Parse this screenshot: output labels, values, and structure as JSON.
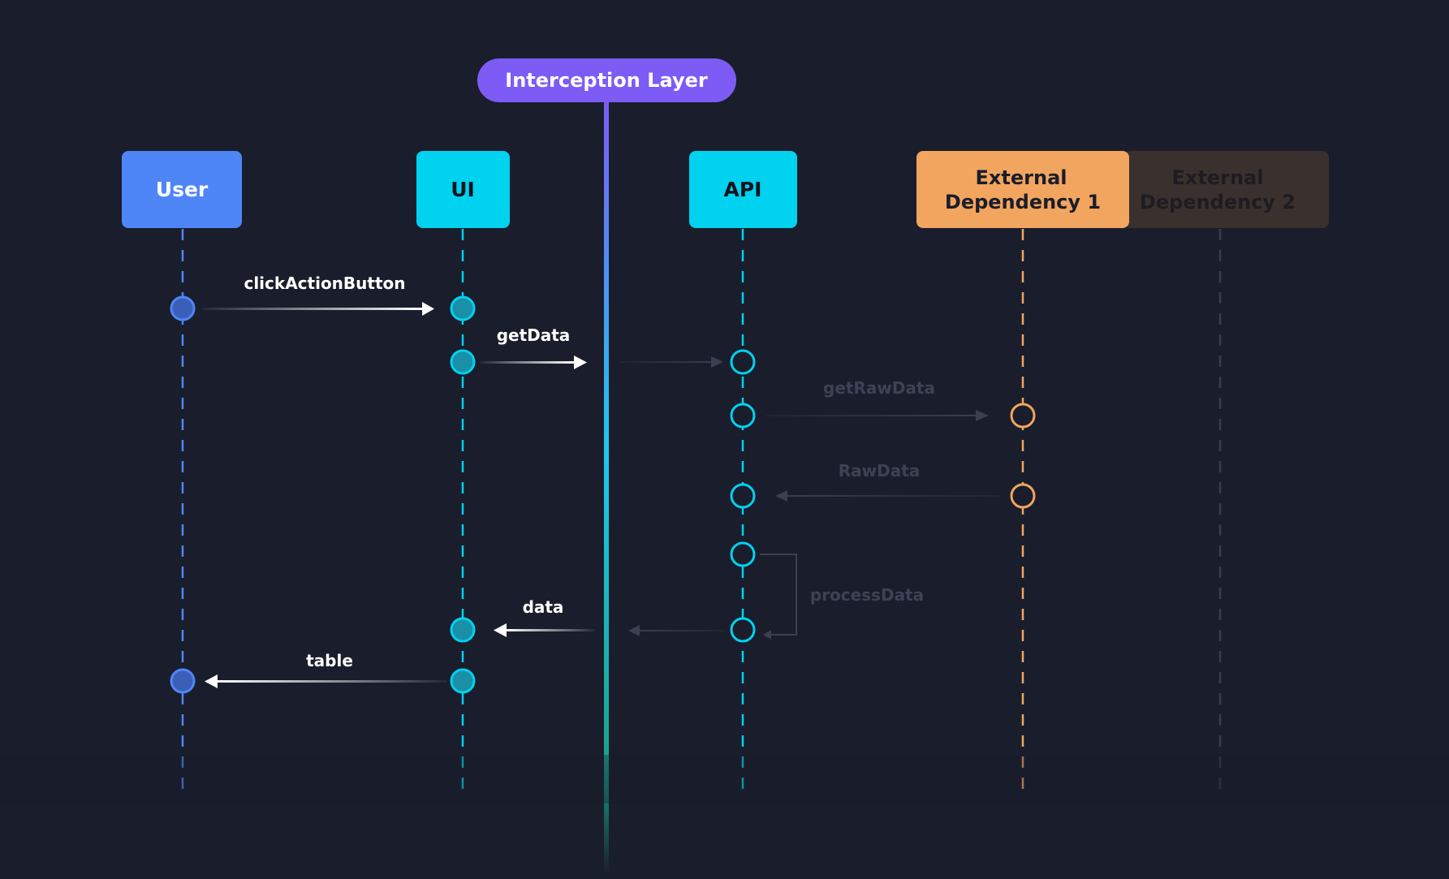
{
  "interception_layer": {
    "label": "Interception Layer"
  },
  "participants": [
    {
      "id": "user",
      "label": "User",
      "color": "#4f86f7",
      "text_color": "#ffffff",
      "dimmed": false
    },
    {
      "id": "ui",
      "label": "UI",
      "color": "#00d2ef",
      "text_color": "#10131c",
      "dimmed": false
    },
    {
      "id": "api",
      "label": "API",
      "color": "#00d2ef",
      "text_color": "#10131c",
      "dimmed": false
    },
    {
      "id": "ext1",
      "label_lines": [
        "External",
        "Dependency 1"
      ],
      "color": "#f2a55e",
      "text_color": "#1a1d2b",
      "dimmed": false
    },
    {
      "id": "ext2",
      "label_lines": [
        "External",
        "Dependency 2"
      ],
      "color": "#3a302d",
      "text_color": "#1f1d22",
      "dimmed": true
    }
  ],
  "messages": [
    {
      "label": "clickActionButton",
      "from": "user",
      "to": "ui",
      "bright": true
    },
    {
      "label": "getData",
      "from": "ui",
      "to": "api",
      "bright": true,
      "crosses_interception": true
    },
    {
      "label": "getRawData",
      "from": "api",
      "to": "ext1",
      "bright": false
    },
    {
      "label": "RawData",
      "from": "ext1",
      "to": "api",
      "bright": false
    },
    {
      "label": "processData",
      "from": "api",
      "to": "api",
      "bright": false,
      "self": true
    },
    {
      "label": "data",
      "from": "api",
      "to": "ui",
      "bright": true,
      "crosses_interception": true
    },
    {
      "label": "table",
      "from": "ui",
      "to": "user",
      "bright": true
    }
  ],
  "colors": {
    "background": "#1a1d2b",
    "interception": "#7c5cf5",
    "line_gradient_top": "#7c5cf5",
    "line_gradient_mid": "#1fc7ef",
    "line_gradient_bottom": "#1a8f7c",
    "bright_arrow": "#ffffff",
    "faded_arrow": "#3a3f52",
    "faded_text": "#3d4254"
  }
}
